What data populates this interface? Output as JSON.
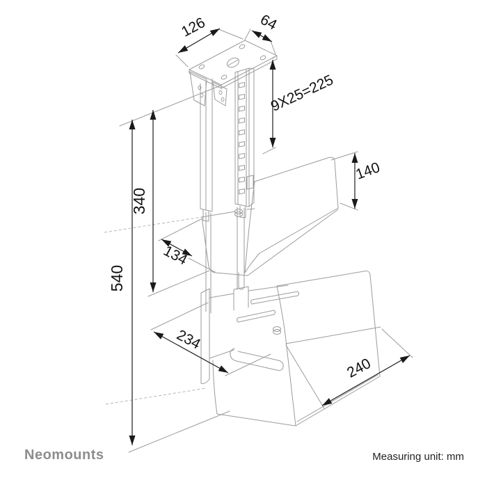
{
  "branding": {
    "logo_text": "Neomounts",
    "logo_color": "#8d8d8d"
  },
  "footer": {
    "measuring_unit_label": "Measuring unit: mm",
    "text_color": "#222222"
  },
  "drawing": {
    "kind": "technical dimension line drawing, isometric view",
    "subject": "height-adjustable under-desk mount column with top ceiling plate, middle shelf and CPU holder",
    "unit": "mm",
    "colors": {
      "structure_line": "#9b9b9b",
      "projection_line": "#b5b5b5",
      "dimension_line": "#1a1a1a",
      "dimension_text": "#111111"
    },
    "dimensions": {
      "plate_width": "126",
      "plate_depth": "64",
      "adjustment_slots": "9X25=225",
      "shelf_back_height": "140",
      "upper_section_height": "340",
      "total_height": "540",
      "shelf_depth": "134",
      "holder_depth": "234",
      "holder_width": "240"
    }
  }
}
